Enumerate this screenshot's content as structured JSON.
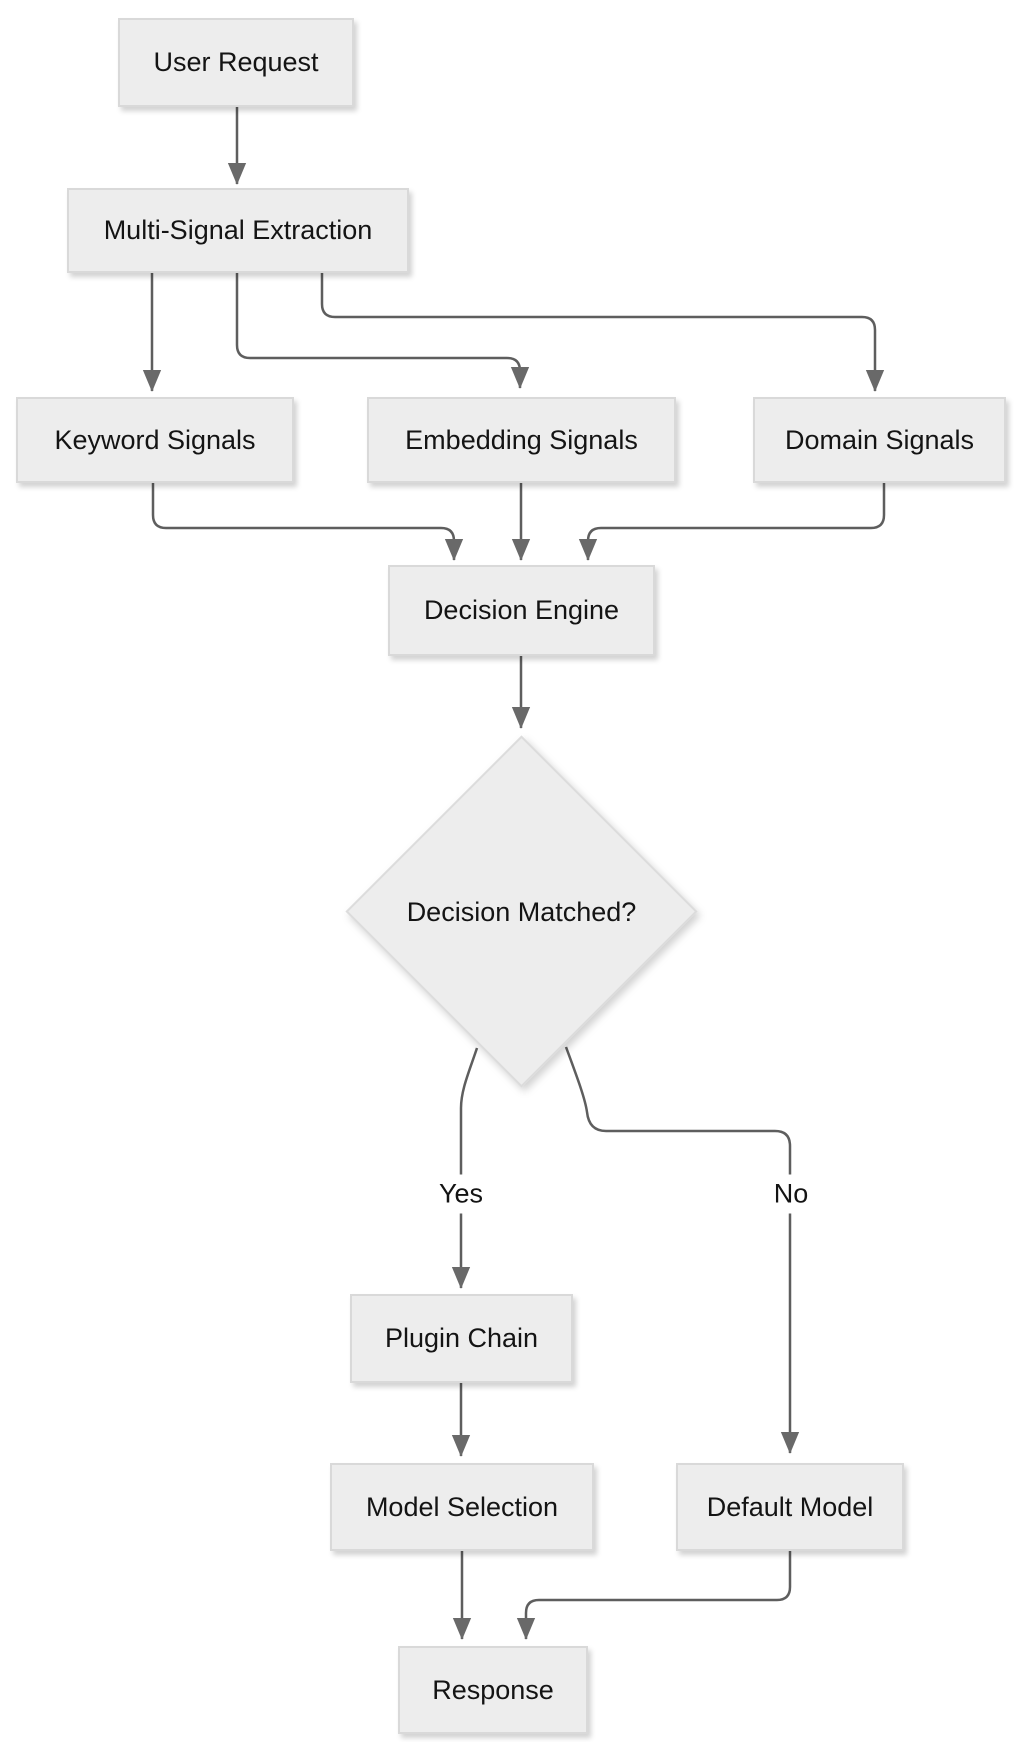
{
  "diagram": {
    "type": "flowchart",
    "direction": "top-down",
    "nodes": [
      {
        "id": "user_request",
        "label": "User Request",
        "shape": "rect"
      },
      {
        "id": "multi_signal_extraction",
        "label": "Multi-Signal Extraction",
        "shape": "rect"
      },
      {
        "id": "keyword_signals",
        "label": "Keyword Signals",
        "shape": "rect"
      },
      {
        "id": "embedding_signals",
        "label": "Embedding Signals",
        "shape": "rect"
      },
      {
        "id": "domain_signals",
        "label": "Domain Signals",
        "shape": "rect"
      },
      {
        "id": "decision_engine",
        "label": "Decision Engine",
        "shape": "rect"
      },
      {
        "id": "decision_matched",
        "label": "Decision Matched?",
        "shape": "diamond"
      },
      {
        "id": "plugin_chain",
        "label": "Plugin Chain",
        "shape": "rect"
      },
      {
        "id": "model_selection",
        "label": "Model Selection",
        "shape": "rect"
      },
      {
        "id": "default_model",
        "label": "Default Model",
        "shape": "rect"
      },
      {
        "id": "response",
        "label": "Response",
        "shape": "rect"
      }
    ],
    "edges": [
      {
        "from": "user_request",
        "to": "multi_signal_extraction",
        "label": ""
      },
      {
        "from": "multi_signal_extraction",
        "to": "keyword_signals",
        "label": ""
      },
      {
        "from": "multi_signal_extraction",
        "to": "embedding_signals",
        "label": ""
      },
      {
        "from": "multi_signal_extraction",
        "to": "domain_signals",
        "label": ""
      },
      {
        "from": "keyword_signals",
        "to": "decision_engine",
        "label": ""
      },
      {
        "from": "embedding_signals",
        "to": "decision_engine",
        "label": ""
      },
      {
        "from": "domain_signals",
        "to": "decision_engine",
        "label": ""
      },
      {
        "from": "decision_engine",
        "to": "decision_matched",
        "label": ""
      },
      {
        "from": "decision_matched",
        "to": "plugin_chain",
        "label": "Yes"
      },
      {
        "from": "decision_matched",
        "to": "default_model",
        "label": "No"
      },
      {
        "from": "plugin_chain",
        "to": "model_selection",
        "label": ""
      },
      {
        "from": "model_selection",
        "to": "response",
        "label": ""
      },
      {
        "from": "default_model",
        "to": "response",
        "label": ""
      }
    ],
    "colors": {
      "background": "#ffffff",
      "node_fill": "#ededed",
      "node_border": "#d9d9d9",
      "edge_stroke": "#5e5e5e",
      "arrowhead_fill": "#696969",
      "text": "#141414"
    }
  }
}
